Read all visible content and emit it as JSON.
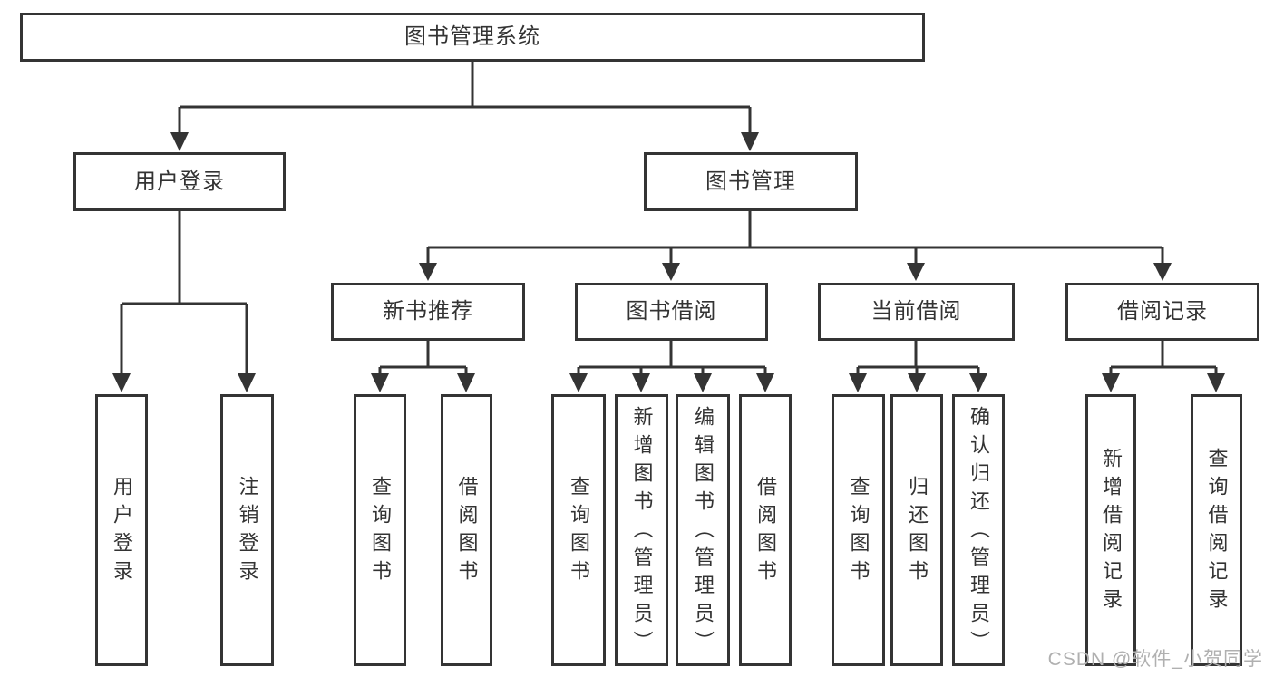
{
  "tree": {
    "root": {
      "label": "图书管理系统"
    },
    "branches": [
      {
        "label": "用户登录",
        "leaves": [
          "用户登录",
          "注销登录"
        ]
      },
      {
        "label": "图书管理",
        "groups": [
          {
            "label": "新书推荐",
            "leaves": [
              "查询图书",
              "借阅图书"
            ]
          },
          {
            "label": "图书借阅",
            "leaves": [
              "查询图书",
              "新增图书（管理员）",
              "编辑图书（管理员）",
              "借阅图书"
            ]
          },
          {
            "label": "当前借阅",
            "leaves": [
              "查询图书",
              "归还图书",
              "确认归还（管理员）"
            ]
          },
          {
            "label": "借阅记录",
            "leaves": [
              "新增借阅记录",
              "查询借阅记录"
            ]
          }
        ]
      }
    ]
  },
  "watermark": {
    "text": "CSDN @软件_小贺同学"
  },
  "colors": {
    "line": "#343434",
    "text": "#333333",
    "watermark": "#b0b0b0",
    "background": "#ffffff"
  }
}
